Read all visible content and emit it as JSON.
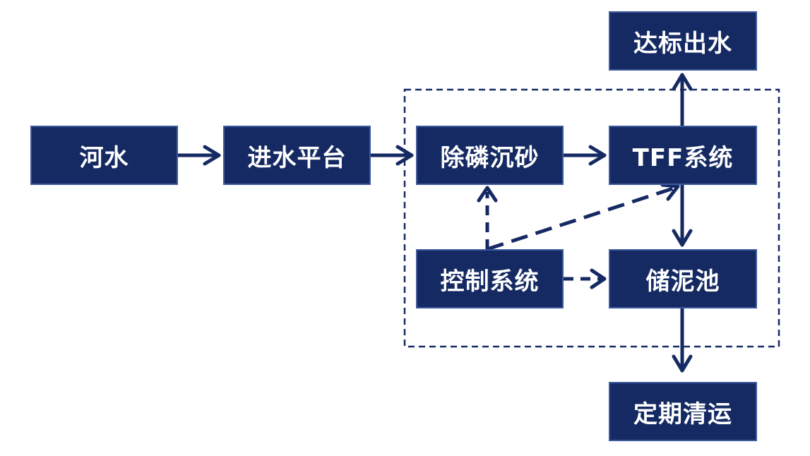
{
  "colors": {
    "box_fill": "#152a63",
    "box_border": "#3d5a9e",
    "arrow": "#152a63",
    "text": "#ffffff"
  },
  "nodes": {
    "river": "河水",
    "intake": "进水平台",
    "phosphorus_removal": "除磷沉砂",
    "tff": "TFF系统",
    "effluent": "达标出水",
    "control": "控制系统",
    "sludge_tank": "储泥池",
    "cleanout": "定期清运"
  },
  "edges": [
    {
      "from": "river",
      "to": "intake",
      "style": "solid"
    },
    {
      "from": "intake",
      "to": "phosphorus_removal",
      "style": "solid"
    },
    {
      "from": "phosphorus_removal",
      "to": "tff",
      "style": "solid"
    },
    {
      "from": "tff",
      "to": "effluent",
      "style": "solid"
    },
    {
      "from": "tff",
      "to": "sludge_tank",
      "style": "solid"
    },
    {
      "from": "sludge_tank",
      "to": "cleanout",
      "style": "solid"
    },
    {
      "from": "control",
      "to": "phosphorus_removal",
      "style": "dashed"
    },
    {
      "from": "control",
      "to": "tff",
      "style": "dashed"
    },
    {
      "from": "control",
      "to": "sludge_tank",
      "style": "dashed"
    }
  ],
  "groups": [
    {
      "members": [
        "phosphorus_removal",
        "tff",
        "control",
        "sludge_tank"
      ],
      "style": "dashed"
    }
  ]
}
